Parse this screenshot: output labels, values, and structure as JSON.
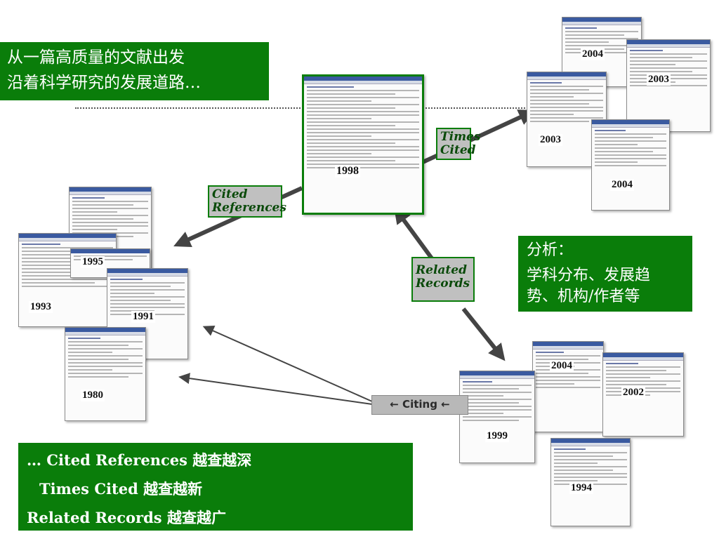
{
  "intro": {
    "line1": "从一篇高质量的文献出发",
    "line2": "沿着科学研究的发展道路…"
  },
  "labels": {
    "cited_references": "Cited References",
    "times_cited": "Times Cited",
    "related_records": "Related Records",
    "citing": "← Citing ←"
  },
  "analysis": {
    "head": "分析：",
    "line1": "学科分布、发展趋",
    "line2": "势、机构/作者等"
  },
  "summary": {
    "line1": "… Cited References 越查越深",
    "line2": "Times Cited 越查越新",
    "line3": "Related Records 越查越广"
  },
  "records": {
    "main": "1998",
    "cited": [
      "1995",
      "1993",
      "1991",
      "1980"
    ],
    "times_cited": [
      "2004",
      "2003",
      "2003",
      "2004"
    ],
    "related": [
      "2004",
      "2002",
      "1999",
      "1994"
    ]
  },
  "colors": {
    "accent": "#0a7d0a",
    "arrow": "#444444"
  }
}
